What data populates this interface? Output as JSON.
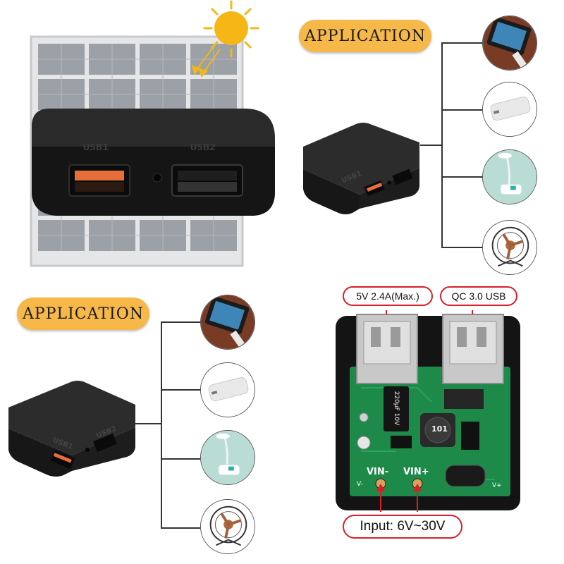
{
  "application_labels": [
    "APPLICATION",
    "APPLICATION"
  ],
  "port_labels": {
    "usb1": "USB1",
    "usb2": "USB2"
  },
  "pcb_labels": {
    "callout_usb1": "5V 2.4A(Max.)",
    "callout_usb2": "QC 3.0 USB",
    "callout_input": "Input: 6V~30V",
    "vin_minus": "VIN-",
    "vin_plus": "VIN+",
    "capacitor": "220μF 10V",
    "v_minus": "V-",
    "v_plus": "V+",
    "inductor": "101"
  },
  "application_icons": [
    "phone-charging-icon",
    "power-bank-icon",
    "usb-lamp-icon",
    "usb-fan-icon"
  ],
  "colors": {
    "label_orange": "#f7b84a",
    "callout_red": "#d8202a",
    "pcb_green": "#1e8a4a",
    "box_black": "#1c1c1c",
    "sun_yellow": "#f5b616"
  }
}
